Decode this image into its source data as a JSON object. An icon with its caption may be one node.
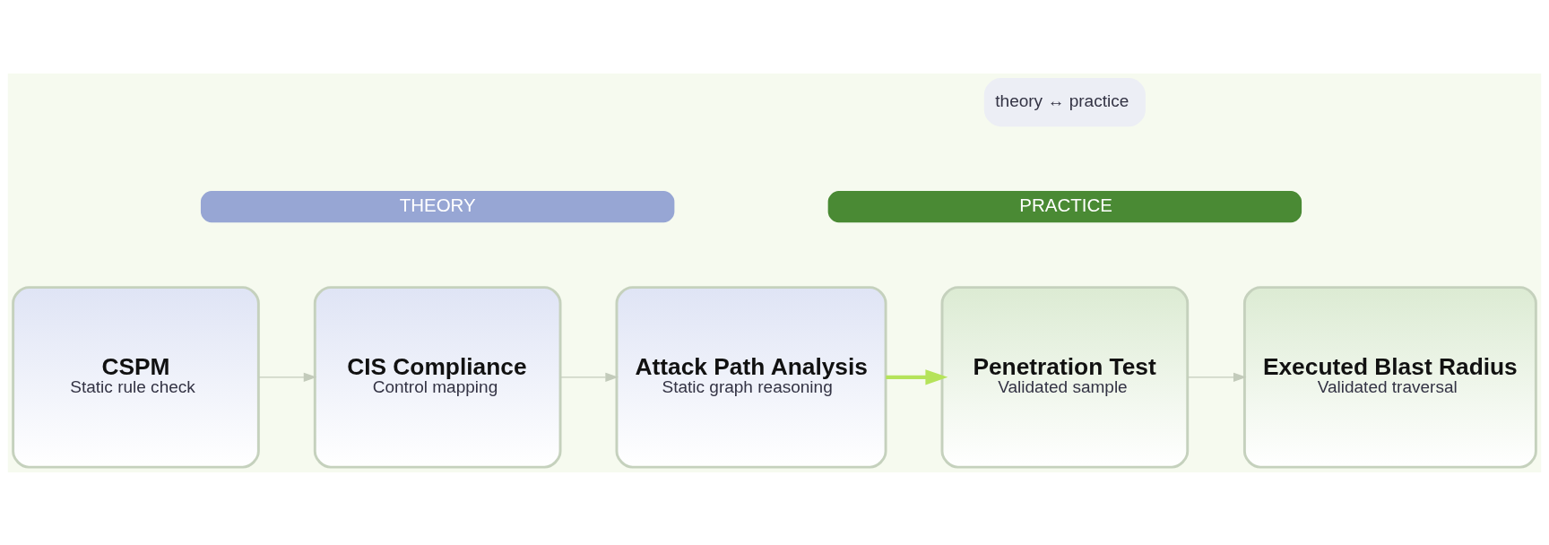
{
  "diagram": {
    "nodes": [
      {
        "text": [
          "THEORY"
        ]
      },
      {
        "text": [
          "PRACTICE"
        ]
      },
      {
        "text": [
          "CSPM",
          "Static rule check"
        ]
      },
      {
        "text": [
          "CIS Compliance",
          "Control mapping"
        ]
      },
      {
        "text": [
          "Attack Path Analysis",
          "Static graph reasoning"
        ]
      },
      {
        "text": [
          "Penetration Test",
          "Validated sample"
        ]
      },
      {
        "text": [
          "Executed Blast Radius",
          "Validated traversal"
        ]
      }
    ],
    "edges": [
      {
        "from": 2,
        "to": 3,
        "arrow": "to"
      },
      {
        "from": 3,
        "to": 4,
        "arrow": "to"
      },
      {
        "from": 4,
        "to": 5,
        "arrow": "to",
        "style": "thick",
        "color": "#b5e35a"
      },
      {
        "from": 5,
        "to": 6,
        "arrow": "to"
      }
    ],
    "labels": [
      "theory ↔ practice"
    ]
  }
}
